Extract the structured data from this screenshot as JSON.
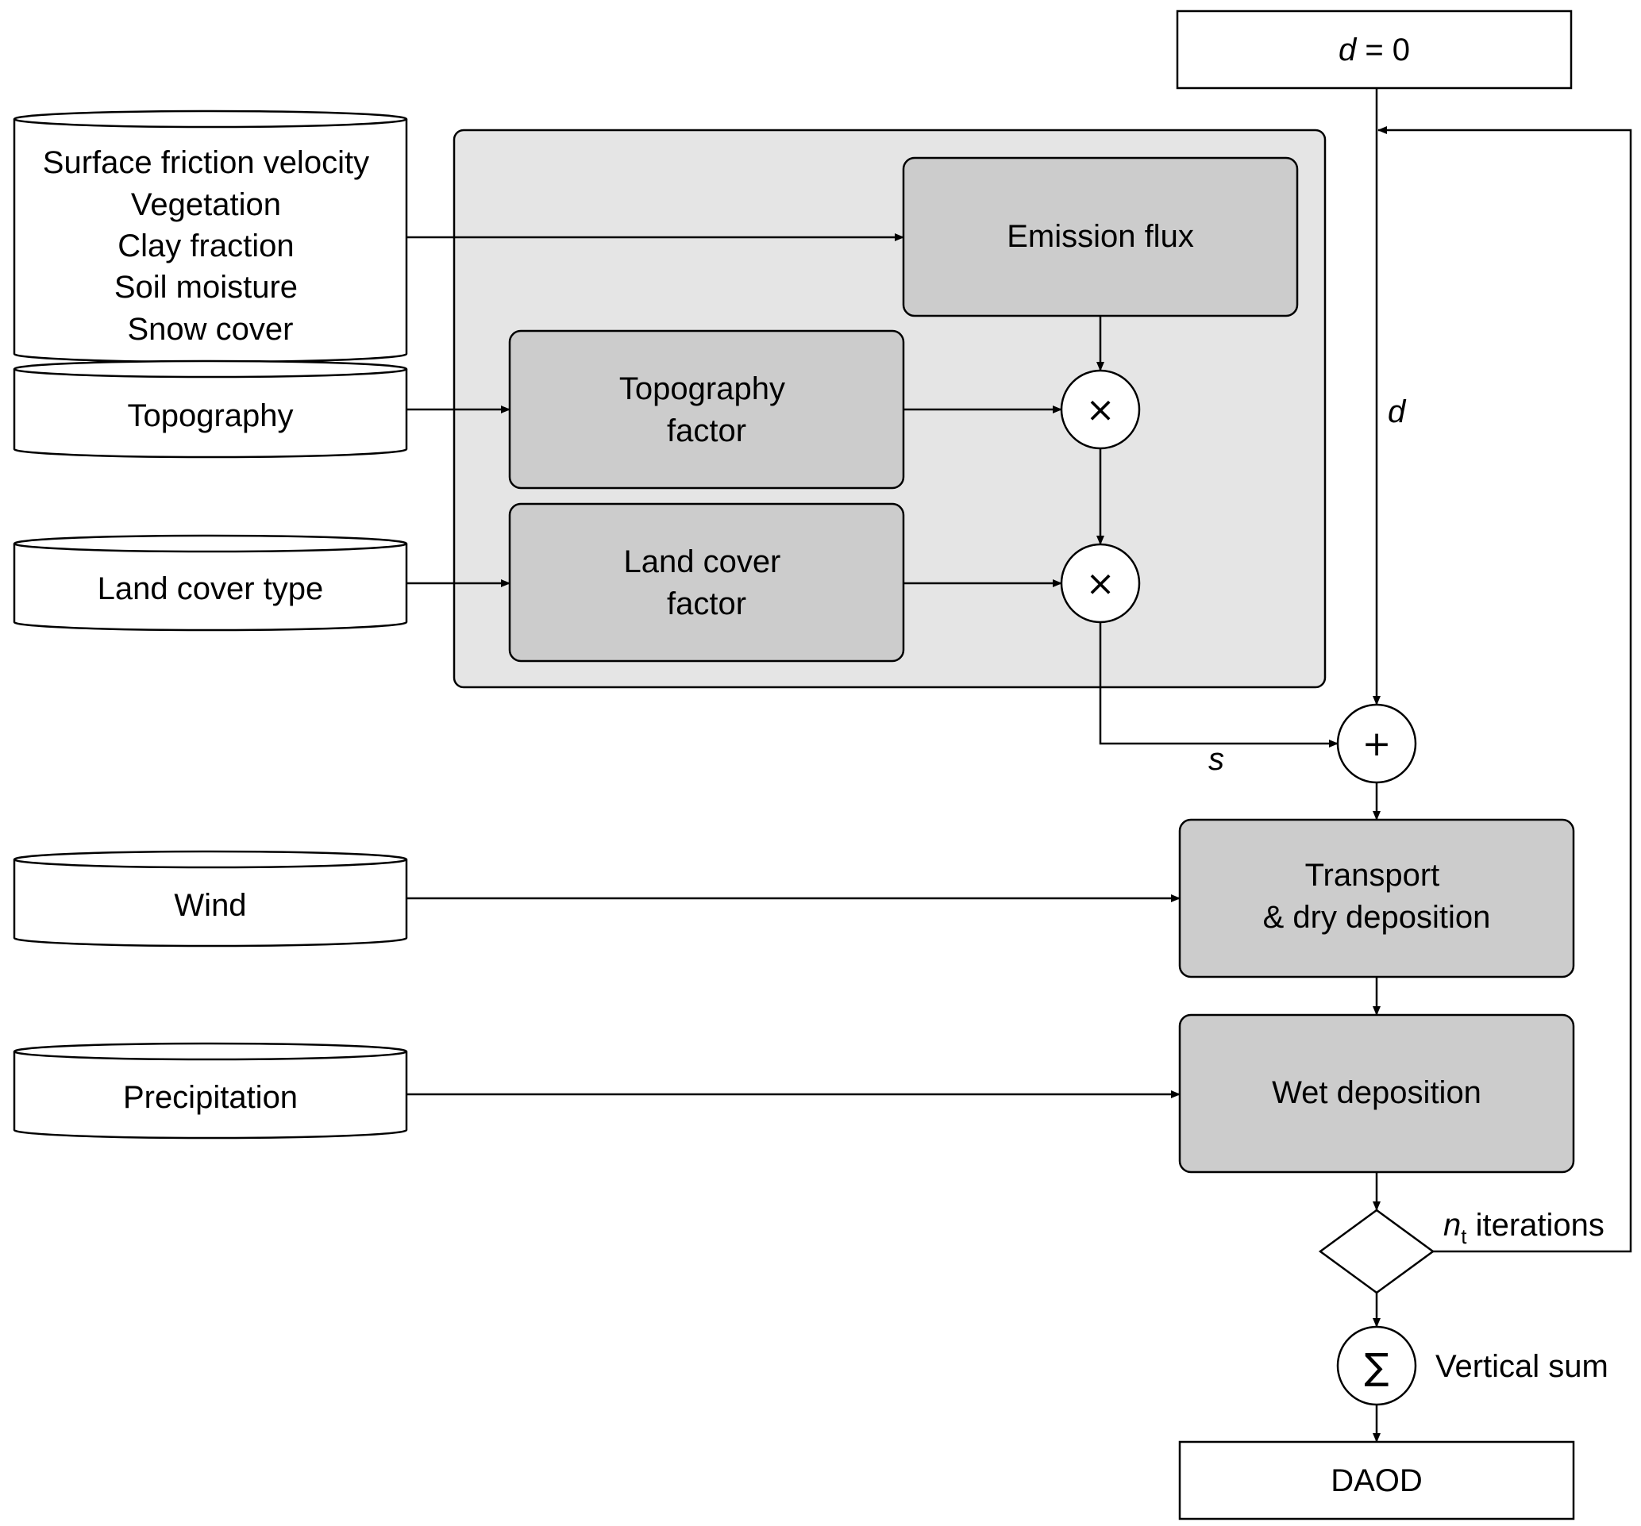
{
  "init_box": {
    "prefix": "d",
    "suffix": " = 0"
  },
  "inputs": {
    "meteo_lines": [
      "Surface friction velocity",
      "Vegetation",
      "Clay fraction",
      "Soil moisture",
      "Snow cover"
    ],
    "topography": "Topography",
    "land_cover": "Land cover type",
    "wind": "Wind",
    "precipitation": "Precipitation"
  },
  "processes": {
    "emission_flux": "Emission flux",
    "topography_factor": [
      "Topography",
      "factor"
    ],
    "land_cover_factor": [
      "Land cover",
      "factor"
    ],
    "transport": [
      "Transport",
      "& dry deposition"
    ],
    "wet_deposition": "Wet deposition"
  },
  "operators": {
    "multiply": "×",
    "add": "+",
    "sum": "∑"
  },
  "edge_labels": {
    "d": "d",
    "s": "s"
  },
  "loop": {
    "var": "n",
    "subscript": "t",
    "text": " iterations"
  },
  "vertical_sum": "Vertical sum",
  "output": "DAOD",
  "colors": {
    "group_bg": "#e5e5e5",
    "process_bg": "#cccccc",
    "stroke": "#000000"
  }
}
